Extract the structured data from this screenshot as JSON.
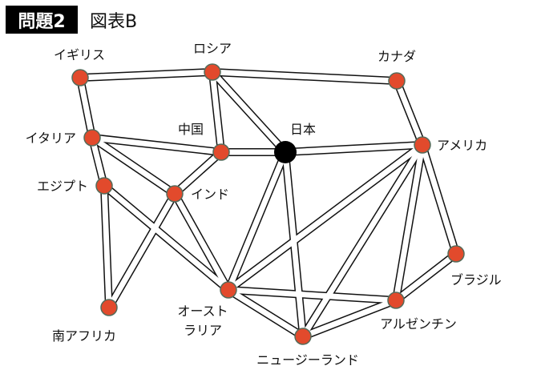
{
  "header": {
    "badge": "問題2",
    "subtitle": "図表B"
  },
  "colors": {
    "node": "#e24a2c",
    "highlight_node": "#000000",
    "edge_outline": "#111111",
    "edge_fill": "#ffffff"
  },
  "nodes": [
    {
      "id": "uk",
      "label": "イギリス"
    },
    {
      "id": "russia",
      "label": "ロシア"
    },
    {
      "id": "canada",
      "label": "カナダ"
    },
    {
      "id": "italy",
      "label": "イタリア"
    },
    {
      "id": "china",
      "label": "中国"
    },
    {
      "id": "japan",
      "label": "日本",
      "highlight": true
    },
    {
      "id": "usa",
      "label": "アメリカ"
    },
    {
      "id": "egypt",
      "label": "エジプト"
    },
    {
      "id": "india",
      "label": "インド"
    },
    {
      "id": "brazil",
      "label": "ブラジル"
    },
    {
      "id": "australia",
      "label": "オーストラリア",
      "label_lines": [
        "オースト",
        "ラリア"
      ]
    },
    {
      "id": "argentina",
      "label": "アルゼンチン"
    },
    {
      "id": "safrica",
      "label": "南アフリカ"
    },
    {
      "id": "nz",
      "label": "ニュージーランド"
    }
  ],
  "edges": [
    [
      "uk",
      "russia"
    ],
    [
      "uk",
      "italy"
    ],
    [
      "russia",
      "canada"
    ],
    [
      "russia",
      "china"
    ],
    [
      "russia",
      "japan"
    ],
    [
      "canada",
      "usa"
    ],
    [
      "italy",
      "china"
    ],
    [
      "italy",
      "egypt"
    ],
    [
      "italy",
      "india"
    ],
    [
      "china",
      "japan"
    ],
    [
      "china",
      "india"
    ],
    [
      "japan",
      "usa"
    ],
    [
      "japan",
      "australia"
    ],
    [
      "japan",
      "nz"
    ],
    [
      "egypt",
      "safrica"
    ],
    [
      "egypt",
      "australia"
    ],
    [
      "india",
      "safrica"
    ],
    [
      "india",
      "australia"
    ],
    [
      "usa",
      "australia"
    ],
    [
      "usa",
      "nz"
    ],
    [
      "usa",
      "argentina"
    ],
    [
      "usa",
      "brazil"
    ],
    [
      "brazil",
      "argentina"
    ],
    [
      "australia",
      "argentina"
    ],
    [
      "australia",
      "nz"
    ],
    [
      "nz",
      "argentina"
    ]
  ]
}
